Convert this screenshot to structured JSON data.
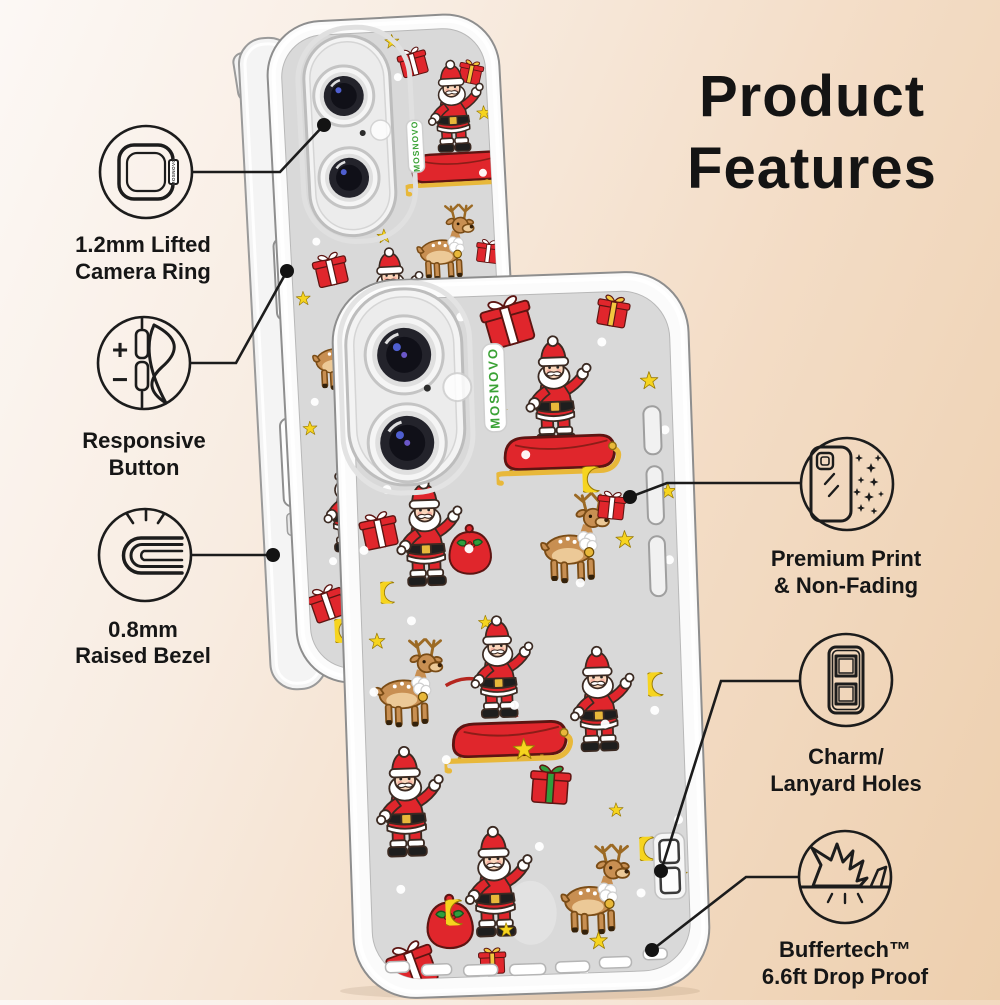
{
  "title": {
    "line1": "Product",
    "line2": "Features"
  },
  "brand": {
    "name": "MOSNOVO"
  },
  "callouts": {
    "left": [
      {
        "id": "camera-ring",
        "icon": "camera-ring-icon",
        "label_line1": "1.2mm Lifted",
        "label_line2": "Camera Ring"
      },
      {
        "id": "responsive-button",
        "icon": "responsive-button-icon",
        "label_line1": "Responsive",
        "label_line2": "Button",
        "plus_sign": "+",
        "minus_sign": "−"
      },
      {
        "id": "raised-bezel",
        "icon": "raised-bezel-icon",
        "label_line1": "0.8mm",
        "label_line2": "Raised Bezel"
      }
    ],
    "right": [
      {
        "id": "premium-print",
        "icon": "premium-print-icon",
        "label_line1": "Premium Print",
        "label_line2": "& Non-Fading"
      },
      {
        "id": "charm-lanyard",
        "icon": "lanyard-holes-icon",
        "label_line1": "Charm/",
        "label_line2": "Lanyard Holes"
      },
      {
        "id": "buffertech",
        "icon": "drop-proof-icon",
        "label_line1": "Buffertech™",
        "label_line2": "6.6ft Drop Proof"
      }
    ]
  },
  "pattern_motifs": [
    "santa-claus",
    "santa-on-sleigh",
    "reindeer",
    "gift-box",
    "gift-sack",
    "star",
    "crescent-moon",
    "snow-dot",
    "holly"
  ],
  "colors": {
    "santa_red": "#e0262c",
    "star_yellow": "#f6d41f",
    "gold": "#e8b83a",
    "reindeer_brown": "#c88f52",
    "holly_green": "#2f9e3d",
    "brand_green": "#3aa235",
    "phone_gray": "#d9d9d9",
    "line_black": "#1c1c1c",
    "background_peach": "#f0d1b5"
  }
}
